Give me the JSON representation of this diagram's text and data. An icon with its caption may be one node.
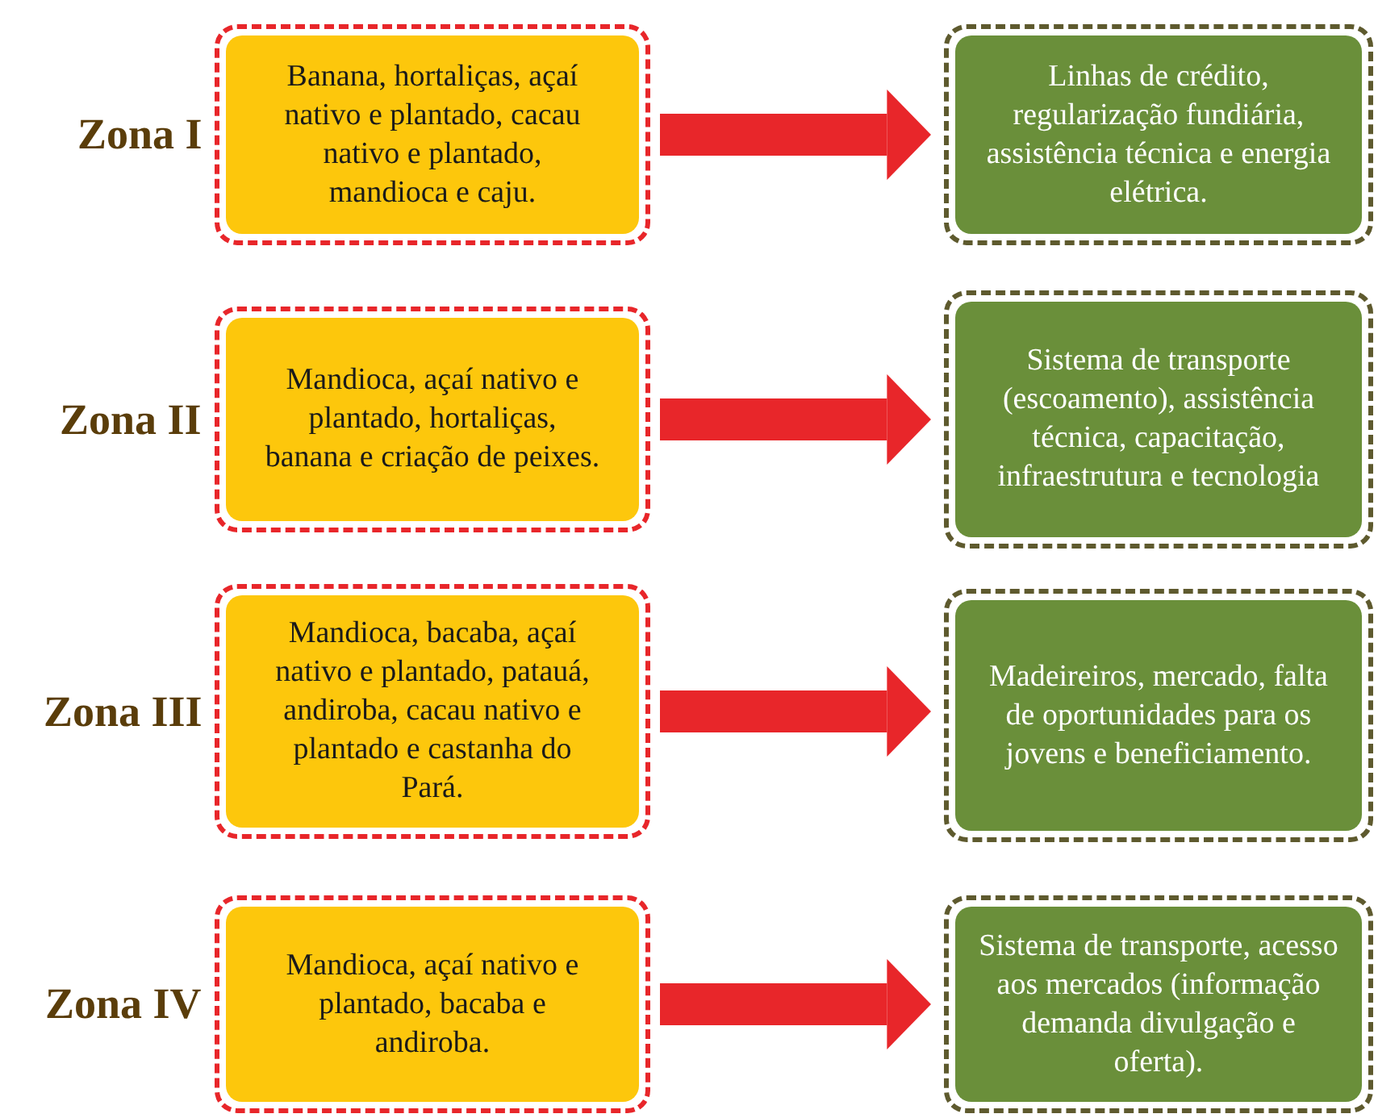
{
  "diagram": {
    "nodes": [
      {
        "text": [
          "Banana, hortaliças, açaí nativo e plantado, cacau nativo e plantado, mandioca e caju."
        ],
        "beside": [
          "Zona I"
        ]
      },
      {
        "text": [
          "Linhas de crédito, regularização fundiária, assistência técnica e energia elétrica."
        ]
      },
      {
        "text": [
          "Mandioca, açaí nativo e plantado, hortaliças, banana e criação de peixes."
        ],
        "beside": [
          "Zona II"
        ]
      },
      {
        "text": [
          "Sistema de transporte (escoamento), assistência técnica, capacitação, infraestrutura e tecnologia"
        ]
      },
      {
        "text": [
          "Mandioca, bacaba, açaí nativo e plantado, patauá, andiroba, cacau nativo e plantado e castanha do Pará."
        ],
        "beside": [
          "Zona III"
        ]
      },
      {
        "text": [
          "Madeireiros, mercado, falta de oportunidades para os jovens e beneficiamento."
        ]
      },
      {
        "text": [
          "Mandioca, açaí nativo e plantado, bacaba e andiroba."
        ],
        "beside": [
          "Zona IV"
        ]
      },
      {
        "text": [
          "Sistema de transporte, acesso aos mercados (informação demanda divulgação e oferta)."
        ]
      }
    ],
    "edges": [
      {
        "from": 0,
        "to": 1,
        "arrow": "to"
      },
      {
        "from": 2,
        "to": 3,
        "arrow": "to"
      },
      {
        "from": 4,
        "to": 5,
        "arrow": "to"
      },
      {
        "from": 6,
        "to": 7,
        "arrow": "to"
      }
    ]
  }
}
